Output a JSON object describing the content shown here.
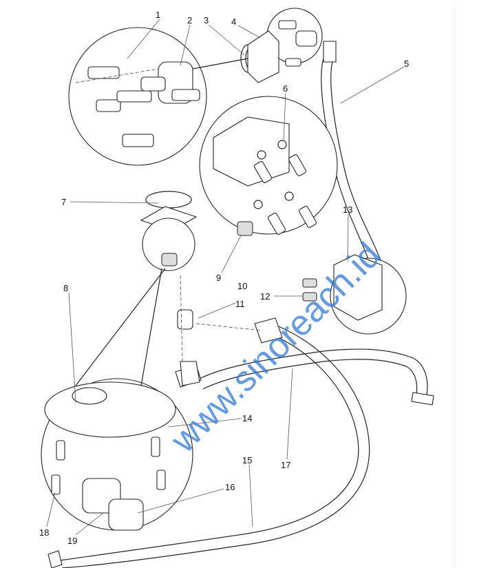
{
  "callouts": [
    "1",
    "2",
    "3",
    "4",
    "5",
    "6",
    "7",
    "8",
    "9",
    "10",
    "11",
    "12",
    "13",
    "14",
    "15",
    "16",
    "17",
    "18",
    "19"
  ],
  "watermark": "www.sinoreach.id"
}
